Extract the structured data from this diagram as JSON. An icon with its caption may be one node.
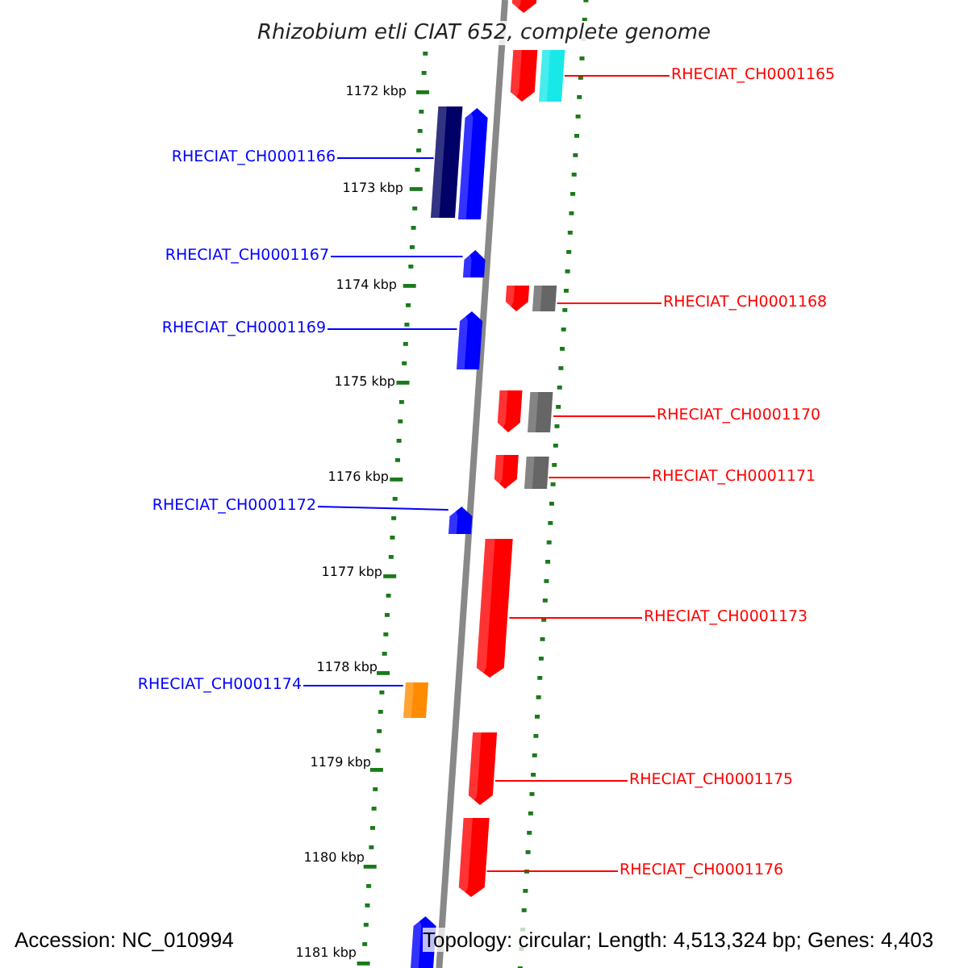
{
  "diagram": {
    "title": "Rhizobium etli CIAT 652, complete genome",
    "nodes": [
      {
        "text": [
          "RHECIAT_CH0001165"
        ]
      },
      {
        "text": [
          "RHECIAT_CH0001166"
        ]
      },
      {
        "text": [
          "RHECIAT_CH0001167"
        ]
      },
      {
        "text": [
          "RHECIAT_CH0001168"
        ]
      },
      {
        "text": [
          "RHECIAT_CH0001169"
        ]
      },
      {
        "text": [
          "RHECIAT_CH0001170"
        ]
      },
      {
        "text": [
          "RHECIAT_CH0001171"
        ]
      },
      {
        "text": [
          "RHECIAT_CH0001172"
        ]
      },
      {
        "text": [
          "RHECIAT_CH0001173"
        ]
      },
      {
        "text": [
          "RHECIAT_CH0001174"
        ]
      },
      {
        "text": [
          "RHECIAT_CH0001175"
        ]
      },
      {
        "text": [
          "RHECIAT_CH0001176"
        ]
      },
      {
        "text": [],
        "shape": "box"
      },
      {
        "text": [],
        "shape": "box"
      },
      {
        "text": [],
        "shape": "pentagon"
      },
      {
        "text": [],
        "shape": "box"
      },
      {
        "text": [],
        "shape": "pentagon"
      },
      {
        "text": [],
        "shape": "box"
      },
      {
        "text": [],
        "shape": "box"
      },
      {
        "text": [],
        "shape": "pentagon"
      },
      {
        "text": [],
        "shape": "pentagon"
      },
      {
        "text": [],
        "shape": "box"
      },
      {
        "text": [],
        "shape": "pentagon"
      },
      {
        "text": [],
        "shape": "pentagon"
      },
      {
        "text": [],
        "shape": "pentagon"
      },
      {
        "text": [],
        "shape": "pentagon"
      },
      {
        "text": [],
        "shape": "pentagon"
      },
      {
        "text": [],
        "shape": "pentagon"
      },
      {
        "text": [],
        "shape": "pentagon"
      },
      {
        "text": [],
        "shape": "pentagon"
      },
      {
        "text": [],
        "shape": "pentagon"
      }
    ],
    "edges": [
      {
        "from": 0,
        "to": 12,
        "arrow": "none",
        "color": "#ff0000"
      },
      {
        "from": 1,
        "to": 13,
        "arrow": "none",
        "color": "#0000ff"
      },
      {
        "from": 2,
        "to": 14,
        "arrow": "none",
        "color": "#0000ff"
      },
      {
        "from": 3,
        "to": 15,
        "arrow": "none",
        "color": "#ff0000"
      },
      {
        "from": 4,
        "to": 16,
        "arrow": "none",
        "color": "#0000ff"
      },
      {
        "from": 5,
        "to": 17,
        "arrow": "none",
        "color": "#ff0000"
      },
      {
        "from": 6,
        "to": 18,
        "arrow": "none",
        "color": "#ff0000"
      },
      {
        "from": 7,
        "to": 19,
        "arrow": "none",
        "color": "#0000ff"
      },
      {
        "from": 8,
        "to": 20,
        "arrow": "none",
        "color": "#ff0000"
      },
      {
        "from": 9,
        "to": 21,
        "arrow": "none",
        "color": "#0000ff"
      },
      {
        "from": 10,
        "to": 22,
        "arrow": "none",
        "color": "#ff0000"
      },
      {
        "from": 11,
        "to": 23,
        "arrow": "none",
        "color": "#ff0000"
      }
    ],
    "labels": [
      "1172 kbp",
      "1173 kbp",
      "1174 kbp",
      "1175 kbp",
      "1176 kbp",
      "1177 kbp",
      "1178 kbp",
      "1179 kbp",
      "1180 kbp",
      "1181 kbp",
      "Accession: NC_010994",
      "Topology: circular; Length: 4,513,324 bp; Genes: 4,403"
    ]
  }
}
